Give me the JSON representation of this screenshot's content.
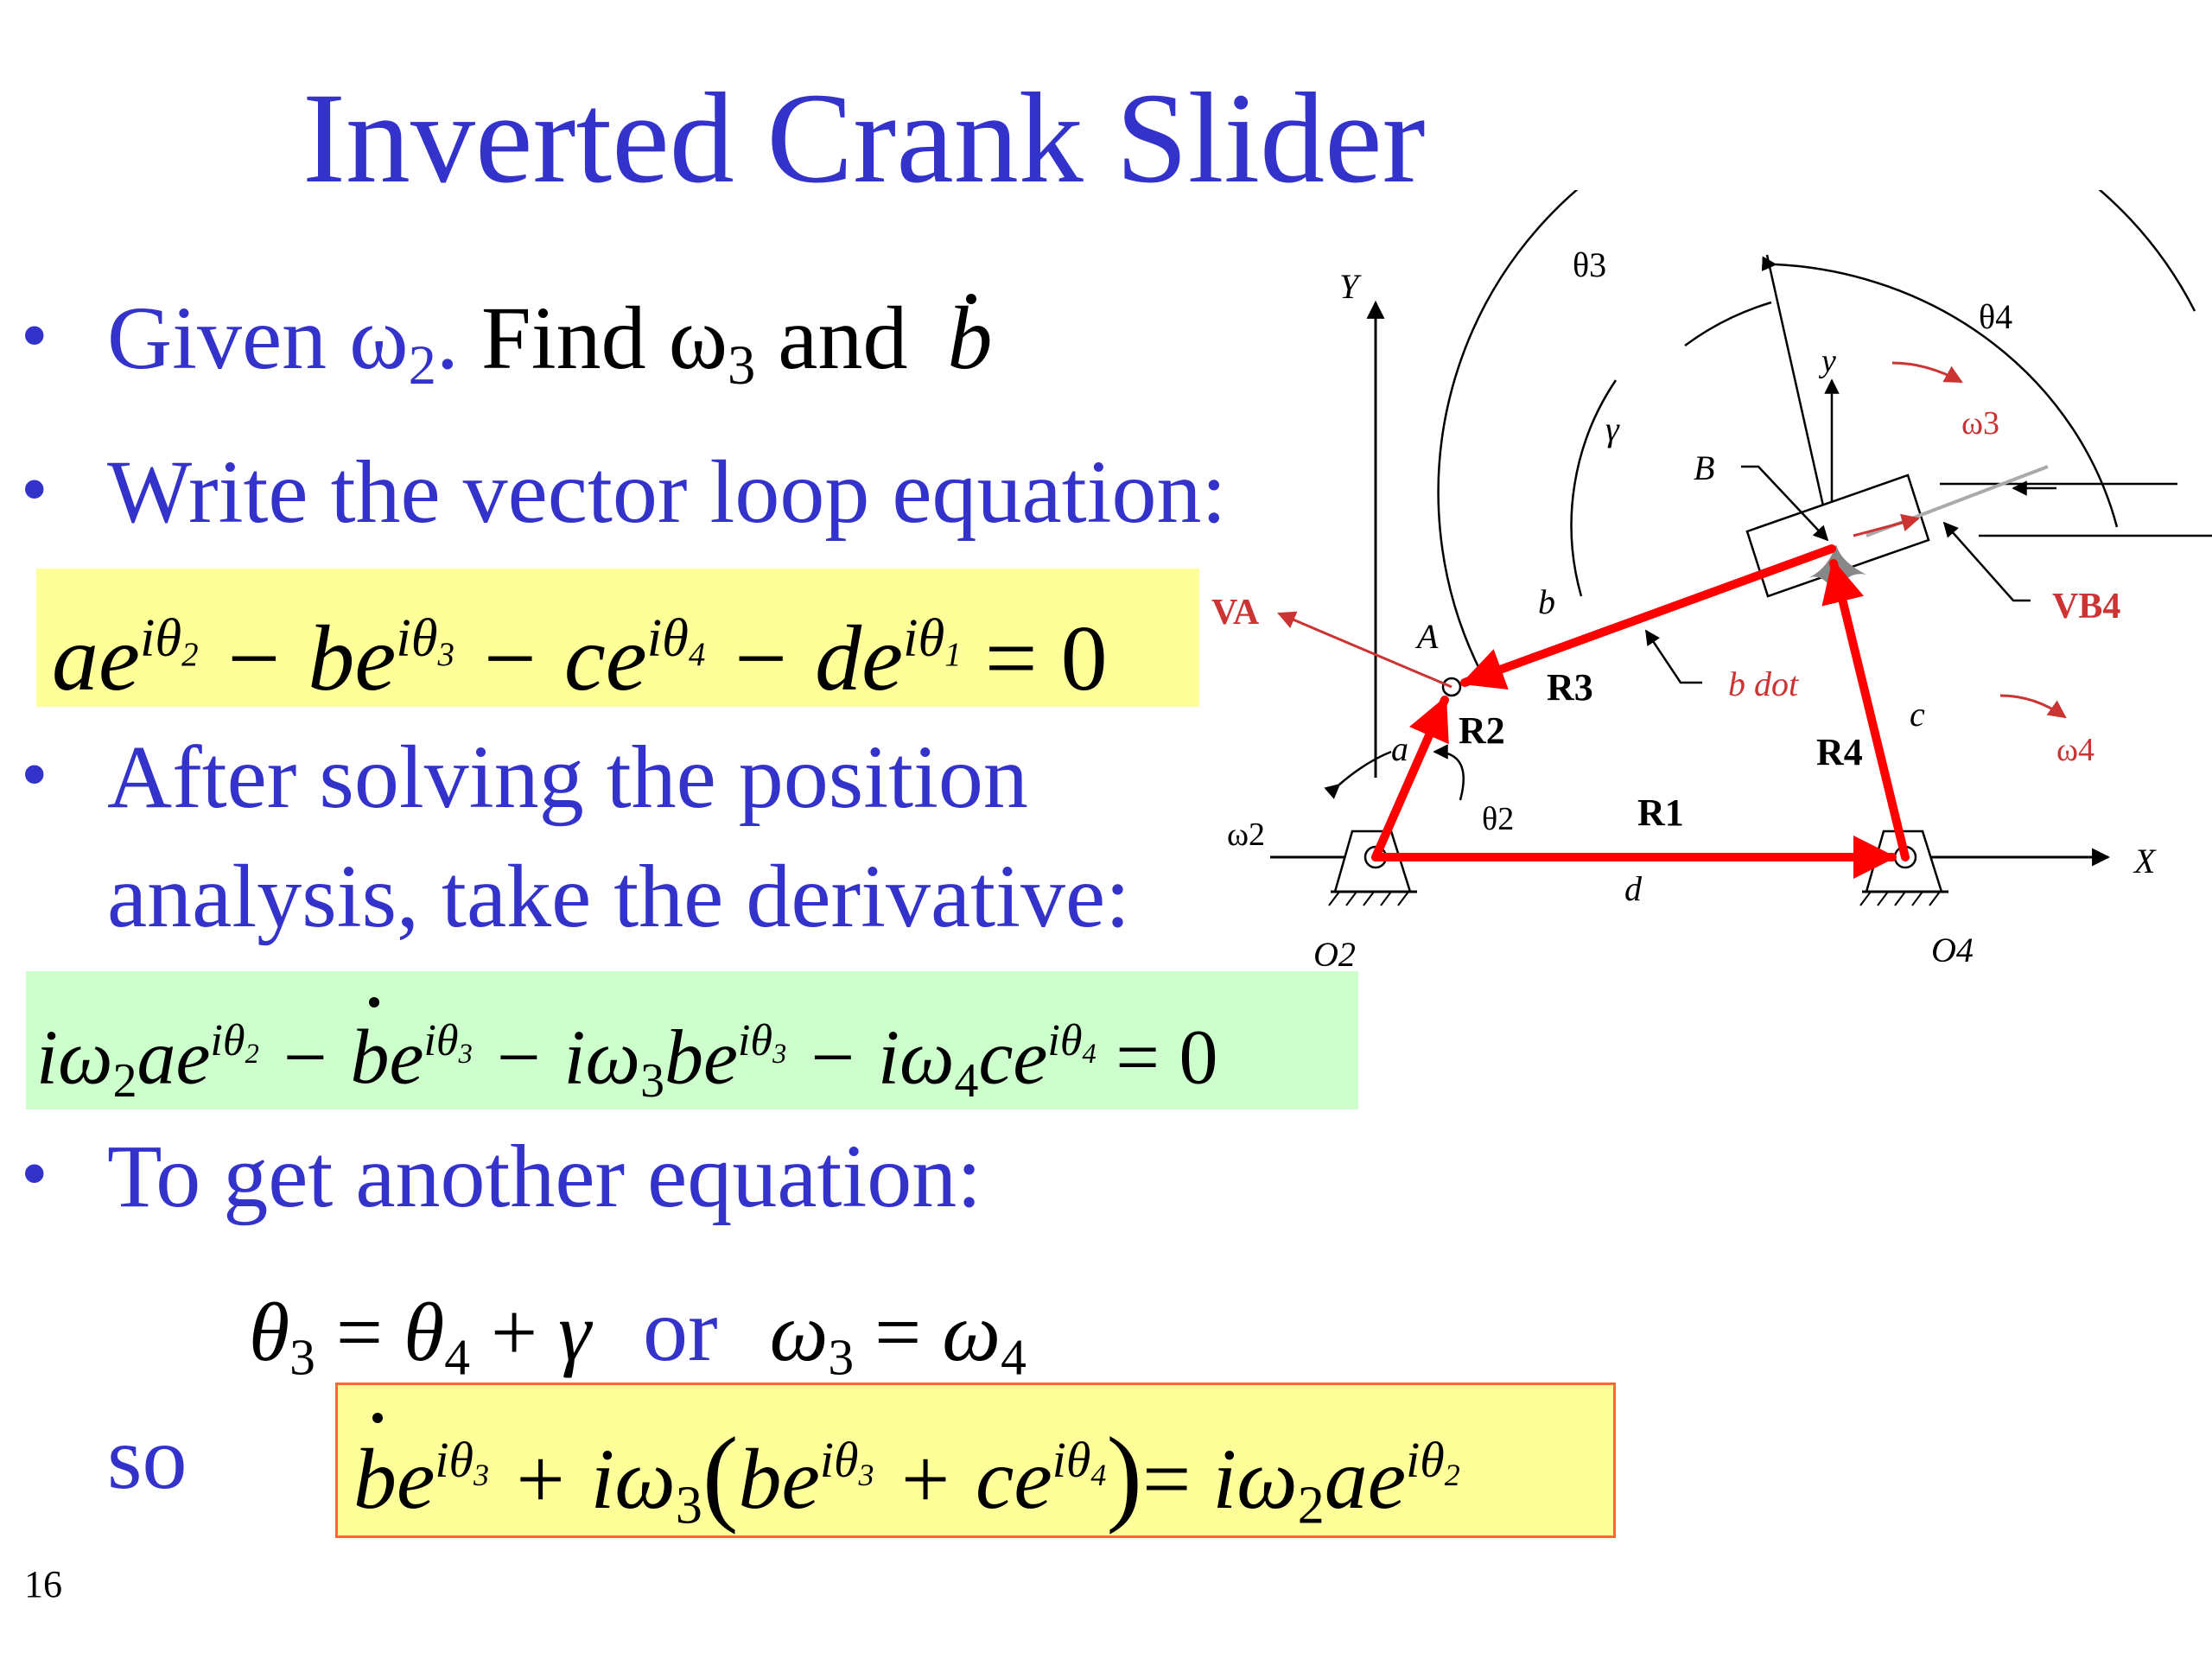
{
  "slide": {
    "title": "Inverted Crank Slider",
    "page_number": "16",
    "bullets": {
      "b1_given": "Given ω",
      "b1_given_sub": "2",
      "b1_period": ".",
      "b1_find": "Find ω",
      "b1_find_sub": "3",
      "b1_and": "and",
      "b1_bdot": "b",
      "b2": "Write the vector loop equation:",
      "b3_line1": "After solving the position",
      "b3_line2": "analysis, take the derivative:",
      "b4": "To get another equation:"
    },
    "or_text": "or",
    "so_text": "so",
    "colors": {
      "title_blue": "#3333cc",
      "yellow_box": "#ffff99",
      "green_box": "#ccffcc",
      "box_border": "#ff6633",
      "vector_red": "#ff0000",
      "annotation_red": "#cc3333"
    }
  },
  "diagram": {
    "labels": {
      "Y": "Y",
      "X": "X",
      "y": "y",
      "theta3": "θ3",
      "theta4": "θ4",
      "gamma": "γ",
      "omega3": "ω3",
      "omega4": "ω4",
      "omega2": "ω2",
      "B": "B",
      "A": "A",
      "VA": "VA",
      "VB4": "VB4",
      "b": "b",
      "b_dot": "b dot",
      "a": "a",
      "c": "c",
      "d": "d",
      "R1": "R1",
      "R2": "R2",
      "R3": "R3",
      "R4": "R4",
      "theta2": "θ2",
      "O2": "O2",
      "O4": "O4"
    }
  }
}
